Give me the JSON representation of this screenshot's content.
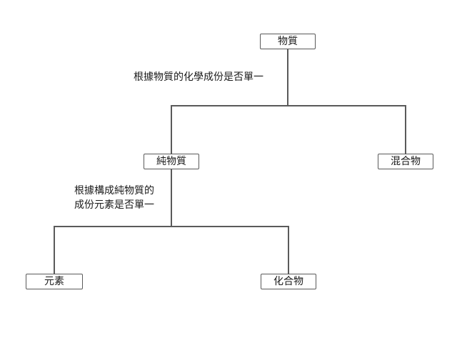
{
  "diagram": {
    "nodes": {
      "root": "物質",
      "pure": "純物質",
      "mixture": "混合物",
      "element": "元素",
      "compound": "化合物"
    },
    "edge_labels": {
      "root_split": "根據物質的化學成份是否單一",
      "pure_split_line1": "根據構成純物質的",
      "pure_split_line2": "成份元素是否單一"
    }
  }
}
